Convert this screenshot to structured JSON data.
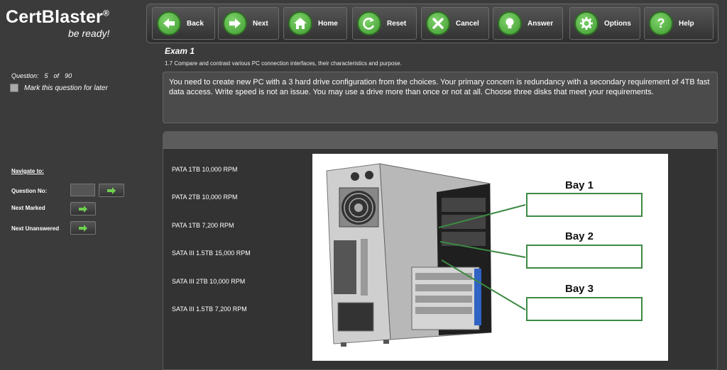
{
  "logo": {
    "name": "CertBlaster",
    "reg": "®",
    "tagline": "be ready!"
  },
  "toolbar": {
    "back": "Back",
    "next": "Next",
    "home": "Home",
    "reset": "Reset",
    "cancel": "Cancel",
    "answer": "Answer",
    "options": "Options",
    "help": "Help"
  },
  "question_info": {
    "label": "Question:",
    "current": "5",
    "of": "of",
    "total": "90"
  },
  "mark_label": "Mark this question for later",
  "navigate": {
    "title": "Navigate to:",
    "question_no": "Question No:",
    "next_marked": "Next Marked",
    "next_unanswered": "Next Unanswered"
  },
  "exam": {
    "title": "Exam 1",
    "objective": "1.7 Compare and contrast various PC connection interfaces, their characteristics and purpose."
  },
  "question_text": "You need to create new PC with a 3 hard drive configuration from the choices. Your primary concern is redundancy with a secondary requirement of 4TB fast data access. Write speed is not an issue. You may use a drive more than once or not at all. Choose three disks that meet your requirements.",
  "options": [
    "PATA 1TB 10,000 RPM",
    "PATA 2TB 10,000 RPM",
    "PATA 1TB 7,200 RPM",
    "SATA III 1.5TB 15,000 RPM",
    "SATA III 2TB 10,000 RPM",
    "SATA III 1.5TB 7,200 RPM"
  ],
  "bays": [
    "Bay 1",
    "Bay 2",
    "Bay 3"
  ],
  "colors": {
    "accent_green": "#4caf3a",
    "line_green": "#3c8a43"
  }
}
